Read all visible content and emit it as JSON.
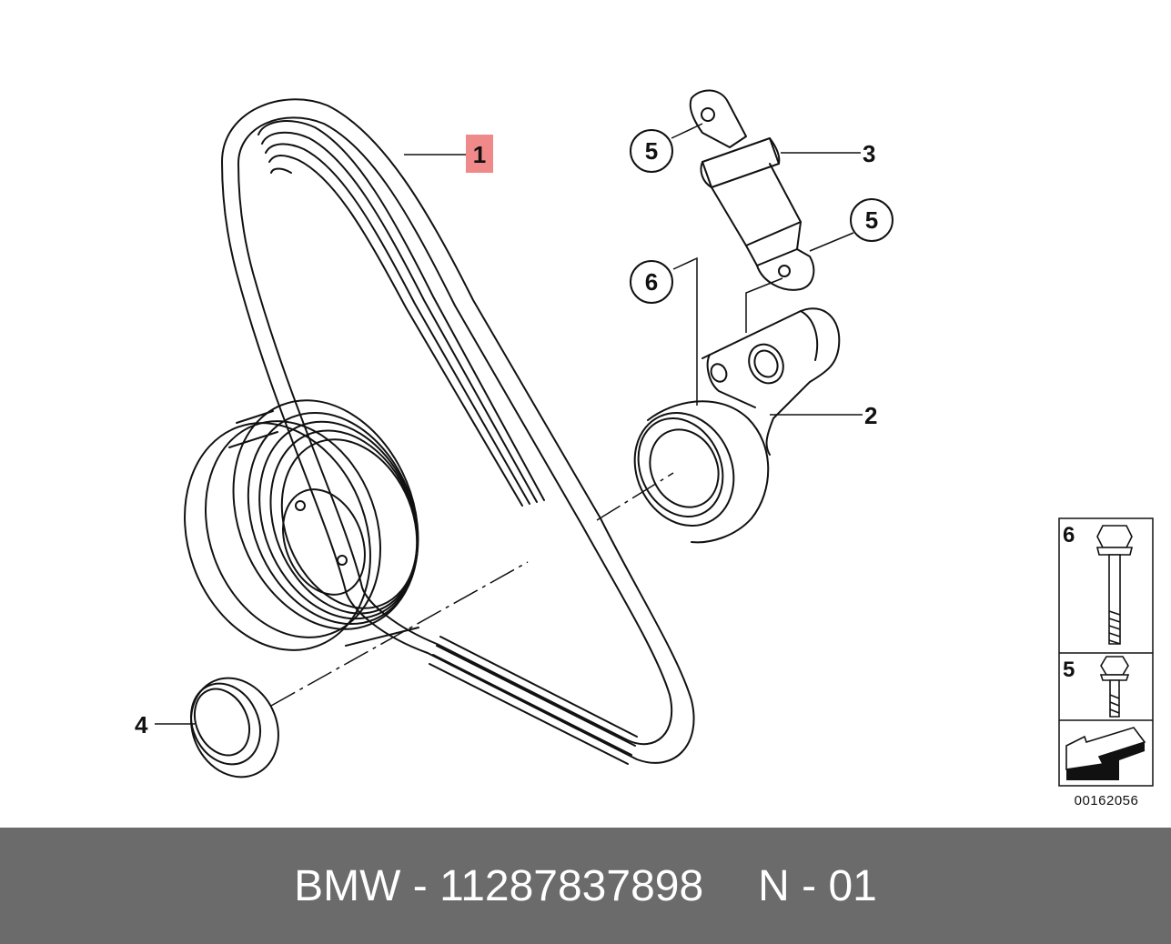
{
  "callouts": {
    "belt": "1",
    "tensioner": "2",
    "damper": "3",
    "pulley": "4",
    "bolt_small": "5",
    "bolt_large": "6"
  },
  "legend": {
    "bolt_large": "6",
    "bolt_small": "5"
  },
  "diagram_id": "00162056",
  "footer": {
    "part": "BMW - 11287837898",
    "code": "N - 01"
  },
  "colors": {
    "highlight": "#f08a8a",
    "footer_bg": "#6b6b6b",
    "line": "#111111"
  }
}
